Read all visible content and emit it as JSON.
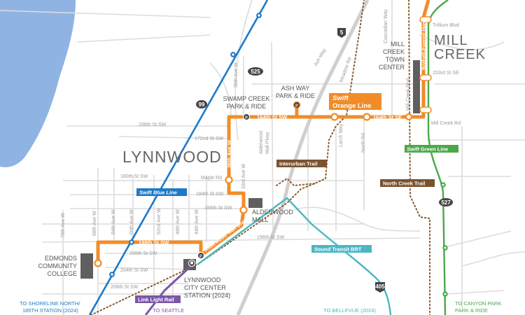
{
  "colors": {
    "water": "#8fb4e3",
    "swift_blue": "#1e79c8",
    "swift_orange": "#f28c28",
    "swift_green": "#4aa84a",
    "sound_transit_brt": "#4bb7c3",
    "link_light_rail": "#7a55a8",
    "trail": "#8a5a2b",
    "roads": "#dcdcdc",
    "buildings": "#5f5f5f"
  },
  "cities": {
    "lynnwood": "LYNNWOOD",
    "mill": "MILL",
    "creek": "CREEK"
  },
  "places": {
    "edmonds": [
      "EDMONDS",
      "COMMUNITY",
      "COLLEGE"
    ],
    "alderwood": [
      "ALDERWOOD",
      "MALL"
    ],
    "lynnwood_station": [
      "LYNNWOOD",
      "CITY CENTER",
      "STATION (2024)"
    ],
    "swamp_creek": [
      "SWAMP CREEK",
      "PARK & RIDE"
    ],
    "ash_way": [
      "ASH WAY",
      "PARK & RIDE"
    ],
    "mill_creek_tc": [
      "MILL",
      "CREEK",
      "TOWN",
      "CENTER"
    ]
  },
  "line_labels": {
    "blue": "Swift Blue Line",
    "orange_1": "Swift",
    "orange_2": "Orange Line",
    "green_1": "Swift",
    "green_2": "Green Line",
    "brt": "Sound Transit BRT",
    "link": "Link Light Rail",
    "interurban": "Interurban Trail",
    "north_creek": "North Creek Trail"
  },
  "destinations": {
    "shoreline": [
      "TO SHORELINE NORTH/",
      "185TH STATION (2024)"
    ],
    "seattle": "TO SEATTLE",
    "bellevue": "TO BELLEVUE (2024)",
    "canyon_park": [
      "TO CANYON PARK",
      "PARK & RIDE"
    ]
  },
  "route_streets": {
    "s196": "196th St SW",
    "s164sw": "164th St SW",
    "s164se": "164th St SE",
    "ave36": "36th Ave W",
    "alderwood_blvd": "Alderwood Mall Blvd",
    "bothell_everett": "Bothell-Everett Hwy"
  },
  "streets": {
    "s168": "168th St SW",
    "s172": "172nd St SW",
    "s180": "180th St SW",
    "s184": "184th St SW",
    "s188": "188th St SW",
    "s196g": "196th St SW",
    "s200": "200th St SW",
    "s204": "204th St SW",
    "s208": "208th St SW",
    "a76": "76th Ave W",
    "a68": "68th Ave W",
    "a64": "64th Ave W",
    "a60": "60th Ave W",
    "a52": "52nd Ave W",
    "a48": "48th Ave W",
    "a44": "44th Ave W",
    "a33": "33rd Ave W",
    "a35": "35th Ave W",
    "maple": "Maple Rd",
    "alderwood_pkwy_1": "Alderwood",
    "alderwood_pkwy_2": "Mall Pkwy",
    "ash_way": "Ash Way",
    "meadow": "Meadow Rd",
    "larch": "Larch Way",
    "north_rd": "North Rd",
    "cascadian": "Cascadian Way",
    "mill_creek_blvd": "Mill Creek Blvd",
    "trillium": "Trillium Blvd",
    "s153": "153rd St SE",
    "mill_creek_rd": "Mill Creek Rd"
  },
  "shields": {
    "i5": "5",
    "sr525": "525",
    "sr99": "99",
    "sr527": "527",
    "i405": "405"
  },
  "park_ride_icon": "P",
  "station_icon": "train-icon"
}
